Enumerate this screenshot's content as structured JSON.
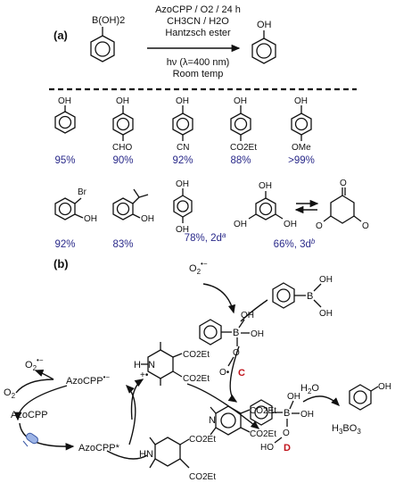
{
  "panel_a": {
    "label": "(a)",
    "reactant": "B(OH)2",
    "conditions": [
      "AzoCPP / O2 / 24 h",
      "CH3CN / H2O",
      "Hantzsch ester",
      "hν (λ=400 nm)",
      "Room temp"
    ],
    "product_oh": "OH",
    "row1": [
      {
        "subst": "",
        "yield": "95%"
      },
      {
        "subst": "CHO",
        "yield": "90%"
      },
      {
        "subst": "CN",
        "yield": "92%"
      },
      {
        "subst": "CO2Et",
        "yield": "88%"
      },
      {
        "subst": "OMe",
        "yield": ">99%"
      }
    ],
    "row2": [
      {
        "subst": "Br",
        "yield": "92%"
      },
      {
        "subst": "",
        "yield": "83%"
      },
      {
        "subst": "OH",
        "yield": "78%, 2d",
        "sup": "a"
      },
      {
        "subst": "OH",
        "yield": "66%, 3d",
        "sup": "b"
      }
    ]
  },
  "panel_b": {
    "label": "(b)",
    "o2_radical": "O2•−",
    "o2": "O2",
    "azocpp": "AzoCPP",
    "azocpp_rad": "AzoCPP•−",
    "azocpp_star": "AzoCPP*",
    "h2o": "H2O",
    "h3bo3": "H3BO3",
    "co2et": "CO2Et",
    "oh": "OH",
    "intermediate_c": "C",
    "intermediate_d": "D"
  }
}
